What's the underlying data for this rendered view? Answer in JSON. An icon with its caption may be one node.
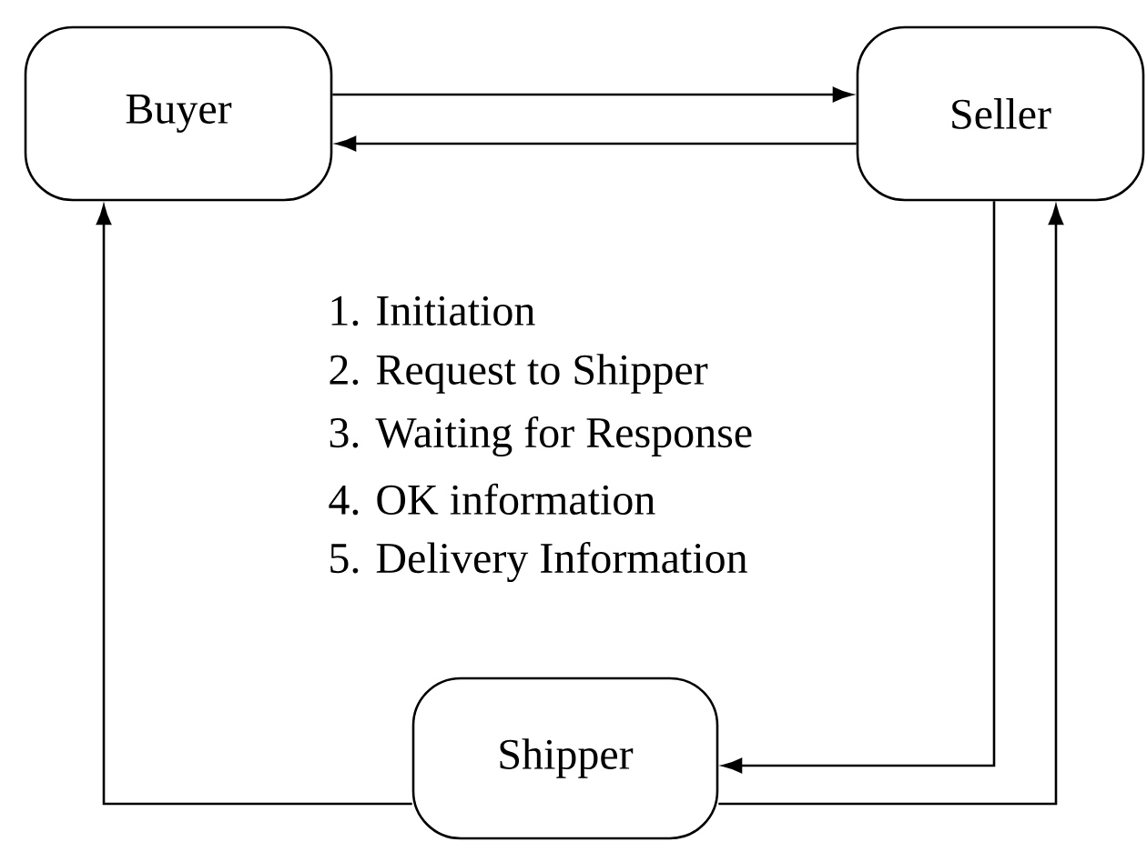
{
  "diagram": {
    "nodes": [
      {
        "text": [
          "Buyer"
        ]
      },
      {
        "text": [
          "Seller"
        ]
      },
      {
        "text": [
          "Shipper"
        ]
      }
    ],
    "edges": [
      {
        "from": 0,
        "to": 1,
        "arrow": "to"
      },
      {
        "from": 1,
        "to": 0,
        "arrow": "to"
      },
      {
        "from": 1,
        "to": 2,
        "arrow": "to"
      },
      {
        "from": 2,
        "to": 1,
        "arrow": "to"
      },
      {
        "from": 2,
        "to": 0,
        "arrow": "to"
      }
    ],
    "labels": [
      "1. Initiation",
      "2. Request to Shipper",
      "3. Waiting for Response",
      "4. OK information",
      "5. Delivery Information"
    ]
  }
}
